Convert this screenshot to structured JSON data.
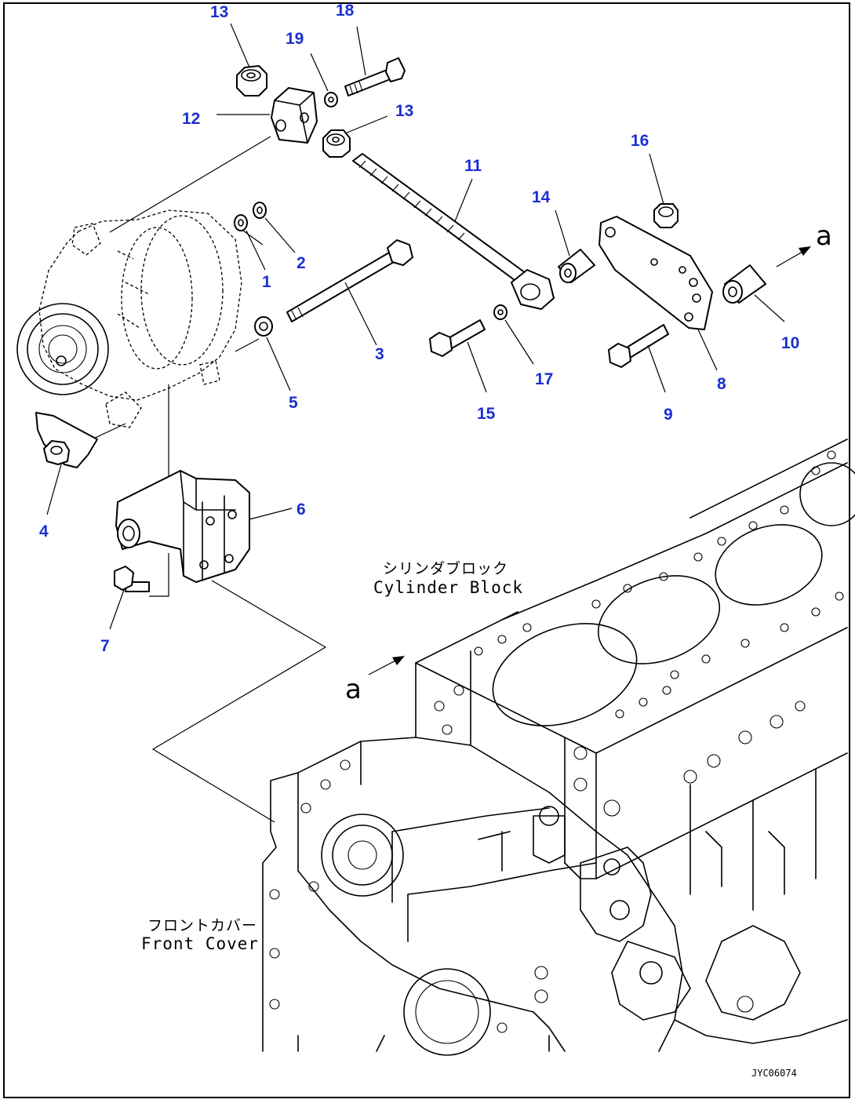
{
  "callouts": [
    {
      "id": "13",
      "n": "13"
    },
    {
      "id": "18",
      "n": "18"
    },
    {
      "id": "19",
      "n": "19"
    },
    {
      "id": "12",
      "n": "12"
    },
    {
      "id": "13b",
      "n": "13"
    },
    {
      "id": "11",
      "n": "11"
    },
    {
      "id": "16",
      "n": "16"
    },
    {
      "id": "14",
      "n": "14"
    },
    {
      "id": "1",
      "n": "1"
    },
    {
      "id": "2",
      "n": "2"
    },
    {
      "id": "3",
      "n": "3"
    },
    {
      "id": "5",
      "n": "5"
    },
    {
      "id": "15",
      "n": "15"
    },
    {
      "id": "17",
      "n": "17"
    },
    {
      "id": "9",
      "n": "9"
    },
    {
      "id": "8",
      "n": "8"
    },
    {
      "id": "10",
      "n": "10"
    },
    {
      "id": "4",
      "n": "4"
    },
    {
      "id": "6",
      "n": "6"
    },
    {
      "id": "7",
      "n": "7"
    }
  ],
  "labels": {
    "cylinder_block_jp": "シリンダブロック",
    "cylinder_block_en": "Cylinder Block",
    "front_cover_jp": "フロントカバー",
    "front_cover_en": "Front Cover",
    "arrow_a_top": "a",
    "arrow_a_bottom": "a",
    "drawing_code": "JYC06074"
  },
  "colors": {
    "callout": "#1a2fd0",
    "line": "#000000",
    "background": "#ffffff"
  }
}
